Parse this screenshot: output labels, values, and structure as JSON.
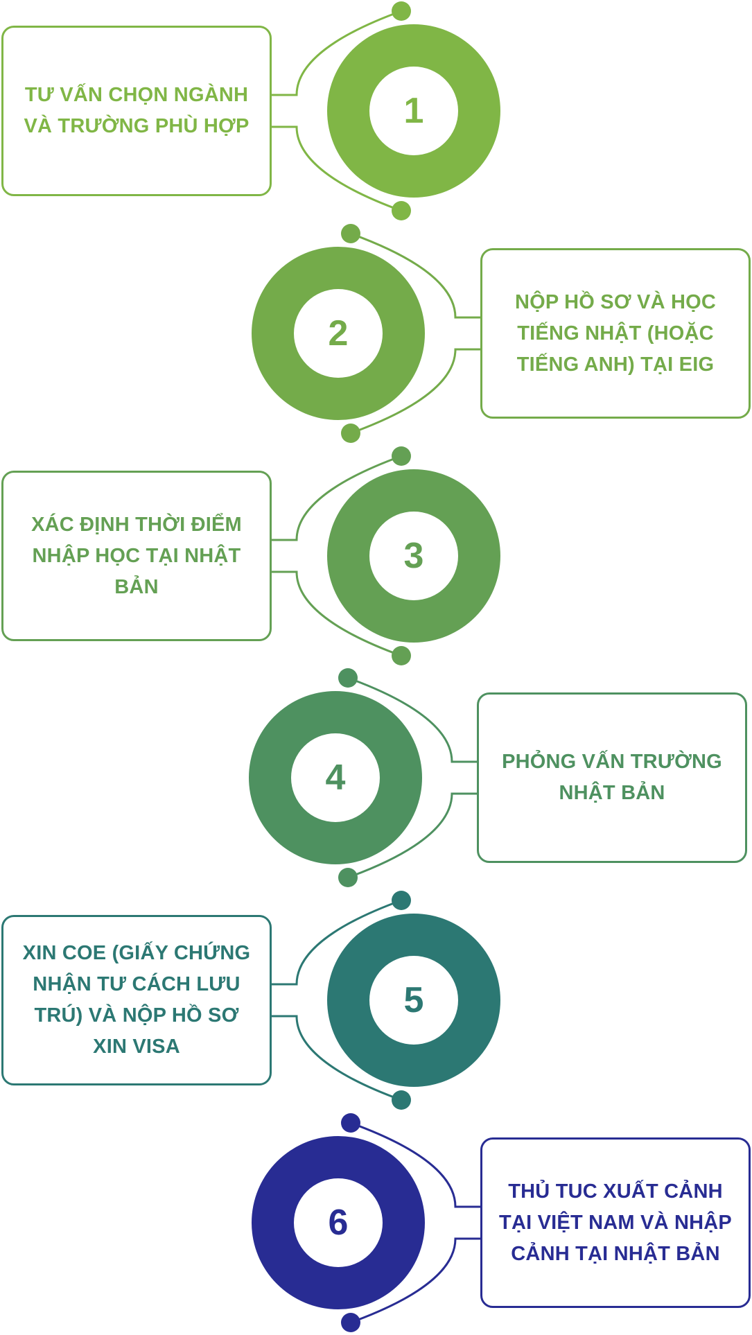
{
  "steps": [
    {
      "number": "1",
      "text": "TƯ VẤN CHỌN NGÀNH VÀ TRƯỜNG PHÙ HỢP",
      "color": "#80b646"
    },
    {
      "number": "2",
      "text": "NỘP HỒ SƠ VÀ HỌC TIẾNG NHẬT (HOẶC TIẾNG ANH) TẠI EIG",
      "color": "#74ab4a"
    },
    {
      "number": "3",
      "text": "XÁC ĐỊNH THỜI ĐIỂM NHẬP HỌC TẠI NHẬT BẢN",
      "color": "#64a054"
    },
    {
      "number": "4",
      "text": "PHỎNG VẤN TRƯỜNG NHẬT BẢN",
      "color": "#4e9160"
    },
    {
      "number": "5",
      "text": "XIN COE (GIẤY CHỨNG NHẬN TƯ CÁCH LƯU TRÚ) VÀ NỘP HỒ SƠ XIN VISA",
      "color": "#2c7873"
    },
    {
      "number": "6",
      "text": "THỦ TUC XUẤT CẢNH TẠI VIỆT NAM VÀ NHẬP CẢNH TẠI NHẬT BẢN",
      "color": "#282c93"
    }
  ]
}
